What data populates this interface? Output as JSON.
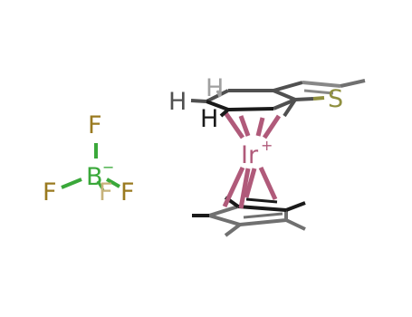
{
  "molecule": {
    "atoms": {
      "iridium": "Ir",
      "iridium_charge": "+",
      "sulfur": "S",
      "boron": "B",
      "boron_charge": "−",
      "fluorine": "F",
      "hydrogen": "H"
    },
    "element_colors": {
      "Ir": "#b05a7a",
      "S": "#8f8f3f",
      "B": "#3aa83a",
      "F": "#9a7a20",
      "C": "#505050",
      "H": "#505050"
    }
  }
}
